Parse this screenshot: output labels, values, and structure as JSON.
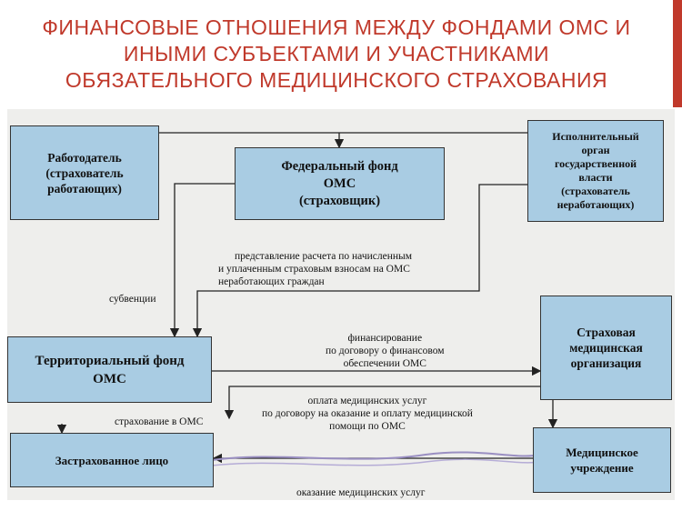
{
  "title": {
    "line1": "ФИНАНСОВЫЕ ОТНОШЕНИЯ МЕЖДУ ФОНДАМИ ОМС И",
    "line2": "ИНЫМИ СУБЪЕКТАМИ И УЧАСТНИКАМИ",
    "line3": "ОБЯЗАТЕЛЬНОГО МЕДИЦИНСКОГО СТРАХОВАНИЯ"
  },
  "accent_color": "#c0392b",
  "box_color": "#a9cce3",
  "boxes": {
    "employer": [
      "Работодатель",
      "(страхователь",
      "работающих)"
    ],
    "federal": [
      "Федеральный фонд",
      "ОМС",
      "(страховщик)"
    ],
    "executive": [
      "Исполнительный",
      "орган",
      "государственной",
      "власти",
      "(страхователь",
      "неработающих)"
    ],
    "territorial": [
      "Территориальный фонд",
      "ОМС"
    ],
    "insurer": [
      "Страховая",
      "медицинская",
      "организация"
    ],
    "insured": [
      "Застрахованное лицо"
    ],
    "medical": [
      "Медицинское",
      "учреждение"
    ]
  },
  "labels": {
    "calc": [
      "представление расчета по начисленным",
      "и уплаченным страховым взносам на ОМС",
      "неработающих граждан"
    ],
    "subventions": "субвенции",
    "financing": [
      "финансирование",
      "по договору о финансовом",
      "обеспечении ОМС"
    ],
    "payment": [
      "оплата медицинских услуг",
      "по договору на оказание и оплату медицинской",
      "помощи по ОМС"
    ],
    "insurance": "страхование в ОМС",
    "services": "оказание медицинских услуг"
  }
}
